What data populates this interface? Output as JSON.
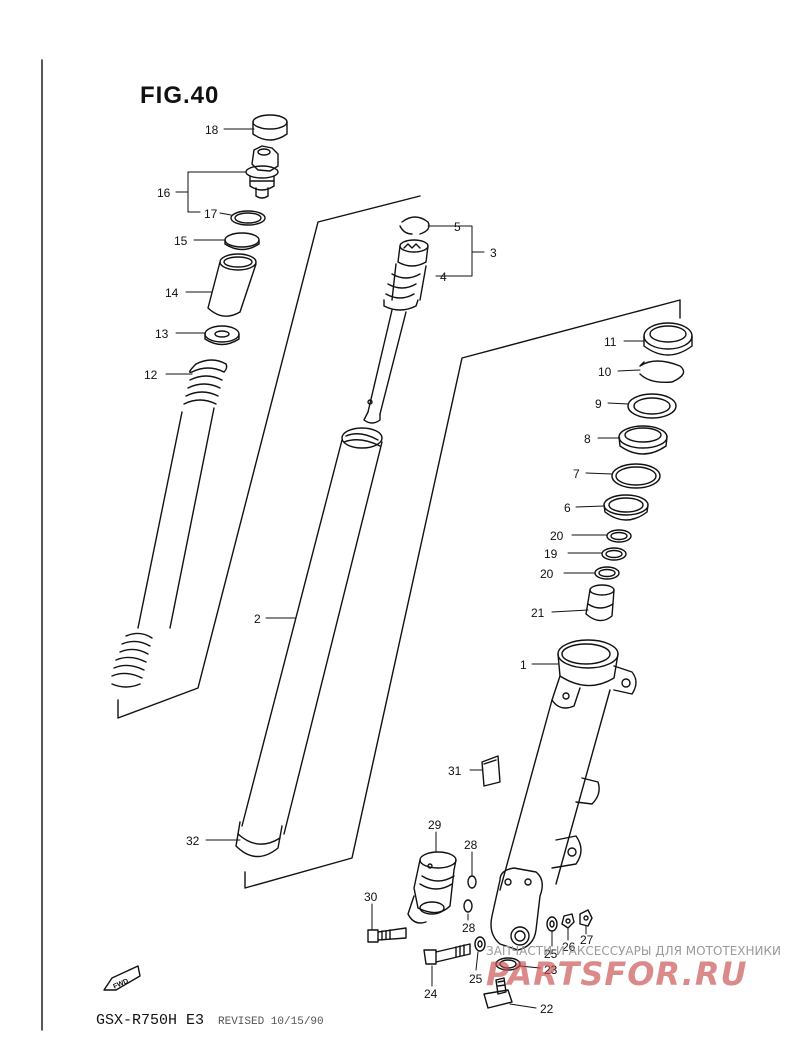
{
  "figure_title": "FIG.40",
  "model_code": "GSX-R750H E3",
  "revised_note": "REVISED 10/15/90",
  "fwd_label": "FWD",
  "watermark": {
    "text": "ЗАПЧАСТИ И АКСЕССУАРЫ ДЛЯ МОТОТЕХНИКИ",
    "logo": "PARTSFOR.RU"
  },
  "part_labels": [
    {
      "id": "p18",
      "text": "18"
    },
    {
      "id": "p16",
      "text": "16"
    },
    {
      "id": "p17",
      "text": "17"
    },
    {
      "id": "p15",
      "text": "15"
    },
    {
      "id": "p14",
      "text": "14"
    },
    {
      "id": "p13",
      "text": "13"
    },
    {
      "id": "p12",
      "text": "12"
    },
    {
      "id": "p5",
      "text": "5"
    },
    {
      "id": "p3",
      "text": "3"
    },
    {
      "id": "p4",
      "text": "4"
    },
    {
      "id": "p2",
      "text": "2"
    },
    {
      "id": "p32",
      "text": "32"
    },
    {
      "id": "p11",
      "text": "11"
    },
    {
      "id": "p10",
      "text": "10"
    },
    {
      "id": "p9",
      "text": "9"
    },
    {
      "id": "p8",
      "text": "8"
    },
    {
      "id": "p7",
      "text": "7"
    },
    {
      "id": "p6",
      "text": "6"
    },
    {
      "id": "p20a",
      "text": "20"
    },
    {
      "id": "p19",
      "text": "19"
    },
    {
      "id": "p20b",
      "text": "20"
    },
    {
      "id": "p21",
      "text": "21"
    },
    {
      "id": "p1",
      "text": "1"
    },
    {
      "id": "p31",
      "text": "31"
    },
    {
      "id": "p29",
      "text": "29"
    },
    {
      "id": "p28a",
      "text": "28"
    },
    {
      "id": "p28b",
      "text": "28"
    },
    {
      "id": "p30",
      "text": "30"
    },
    {
      "id": "p25a",
      "text": "25"
    },
    {
      "id": "p26",
      "text": "26"
    },
    {
      "id": "p27",
      "text": "27"
    },
    {
      "id": "p23",
      "text": "23"
    },
    {
      "id": "p25b",
      "text": "25"
    },
    {
      "id": "p24",
      "text": "24"
    },
    {
      "id": "p22",
      "text": "22"
    }
  ]
}
